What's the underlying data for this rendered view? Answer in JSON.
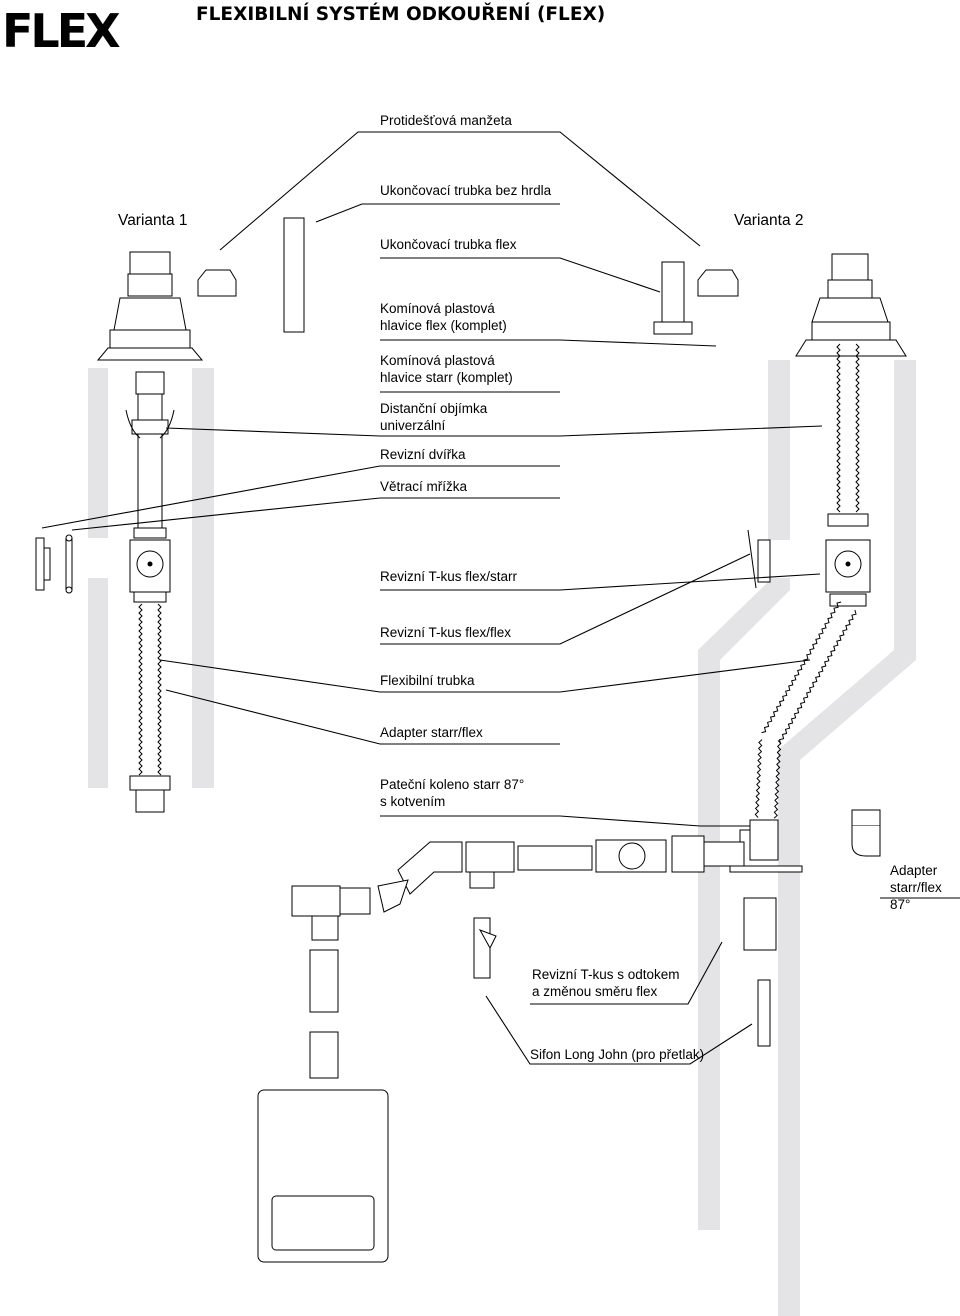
{
  "header": {
    "logo": "FLEX",
    "title": "FLEXIBILNÍ SYSTÉM ODKOUŘENÍ (FLEX)"
  },
  "variants": {
    "left": "Varianta 1",
    "right": "Varianta 2"
  },
  "labels": {
    "protidestova_manzeta": "Protidešťová manžeta",
    "ukoncovaci_bez_hrdla": "Ukončovací trubka bez hrdla",
    "ukoncovaci_flex": "Ukončovací trubka flex",
    "hlavice_flex": "Komínová plastová\nhlavice flex (komplet)",
    "hlavice_starr": "Komínová plastová\nhlavice starr (komplet)",
    "distancni_objimka": "Distanční objímka\nuniverzální",
    "revizni_dvirka": "Revizní dvířka",
    "vetraci_mrizka": "Větrací mřížka",
    "t_kus_flex_starr": "Revizní T-kus flex/starr",
    "t_kus_flex_flex": "Revizní T-kus flex/flex",
    "flexibilni_trubka": "Flexibilní trubka",
    "adapter_starr_flex": "Adapter starr/flex",
    "patecni_koleno": "Pateční koleno starr 87°\ns kotvením",
    "adapter_starr_flex_87": "Adapter\nstarr/flex 87°",
    "t_kus_odtok": "Revizní T-kus s odtokem\na změnou směru flex",
    "sifon": "Sifon Long John (pro přetlak)"
  }
}
